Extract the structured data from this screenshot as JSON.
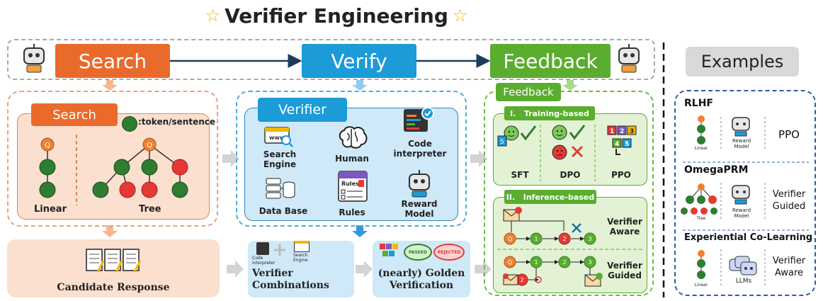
{
  "title": "Verifier Engineering",
  "pipeline": {
    "search": "Search",
    "verify": "Verify",
    "feedback": "Feedback"
  },
  "search_panel": {
    "label": "Search",
    "legend": ":token/sentence",
    "linear_label": "Linear",
    "tree_label": "Tree",
    "root_node": "Q"
  },
  "verifier_panel": {
    "label": "Verifier",
    "items": {
      "search_engine": "Search\nEngine",
      "human": "Human",
      "code_interpreter": "Code\ninterpreter",
      "data_base": "Data Base",
      "rules": "Rules",
      "reward_model": "Reward\nModel"
    },
    "rules_icon_text": "Rules"
  },
  "feedback_panel": {
    "label": "Feedback",
    "training_header": "I.   Training-based",
    "training_methods": [
      "SFT",
      "DPO",
      "PPO"
    ],
    "inference_header": "II.   Inference-based",
    "inference_rows": [
      {
        "label": "Verifier\nAware",
        "nodes": [
          "Q",
          "1",
          "2",
          "3"
        ]
      },
      {
        "label": "Verifier\nGuided",
        "nodes": [
          "Q",
          "1",
          "2",
          "3",
          "2"
        ]
      }
    ]
  },
  "bottom": {
    "candidate": "Candidate Response",
    "combinations": "Verifier\nCombinations",
    "combo_left_small": "Code\ninterpreter",
    "combo_right_small": "Search\nEngine",
    "golden": "(nearly) Golden\nVerification",
    "stamp_passed": "PASSED",
    "stamp_rejected": "REJECTED"
  },
  "examples": {
    "header": "Examples",
    "items": [
      {
        "name": "RLHF",
        "left_label": "Linear",
        "mid_label": "Reward\nModel",
        "right": "PPO"
      },
      {
        "name": "OmegaPRM",
        "left_label": "Tree",
        "mid_label": "Reward\nModel",
        "right": "Verifier\nGuided"
      },
      {
        "name": "Experiential Co-Learning",
        "left_label": "Linear",
        "mid_label": "LLMs",
        "right": "Verifier\nAware"
      }
    ]
  },
  "colors": {
    "search": "#ea6a2c",
    "verify": "#1b9bd8",
    "feedback": "#5aad2e",
    "node_green": "#2e7d32",
    "node_red": "#e53935",
    "node_orange": "#f08030",
    "search_bg": "#fbe0cf",
    "verify_bg": "#cfe9f8",
    "feedback_bg": "#e3f2d5"
  }
}
